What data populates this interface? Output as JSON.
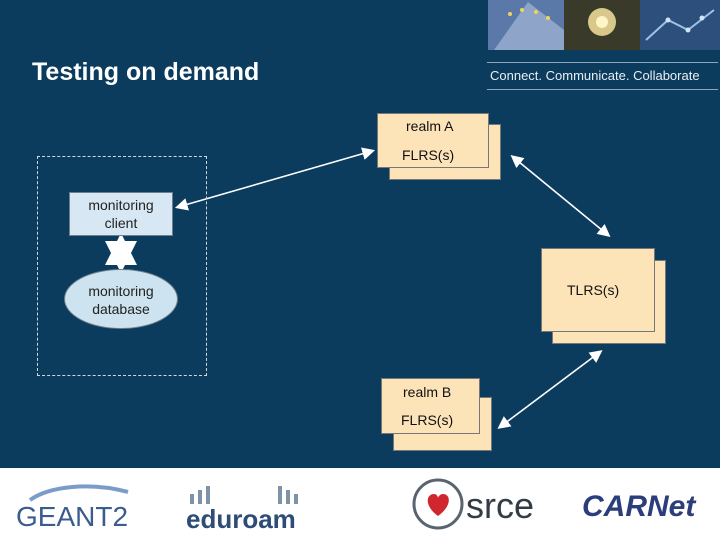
{
  "slide": {
    "title": "Testing on demand",
    "tagline": "Connect. Communicate. Collaborate"
  },
  "diagram": {
    "realm_a": {
      "label": "realm A",
      "sublabel": "FLRS(s)"
    },
    "realm_b": {
      "label": "realm B",
      "sublabel": "FLRS(s)"
    },
    "tlrs": {
      "label": "TLRS(s)"
    },
    "client": {
      "label_line1": "monitoring",
      "label_line2": "client"
    },
    "database": {
      "label_line1": "monitoring",
      "label_line2": "database"
    }
  },
  "footer": {
    "logos": {
      "geant": "GEANT2",
      "eduroam": "eduroam",
      "srce": "srce",
      "carnet": "CARNet"
    }
  },
  "colors": {
    "background": "#0b3c5d",
    "card": "#fde3b8",
    "client_fill": "#d7e7f3",
    "db_fill": "#cde3ef"
  }
}
